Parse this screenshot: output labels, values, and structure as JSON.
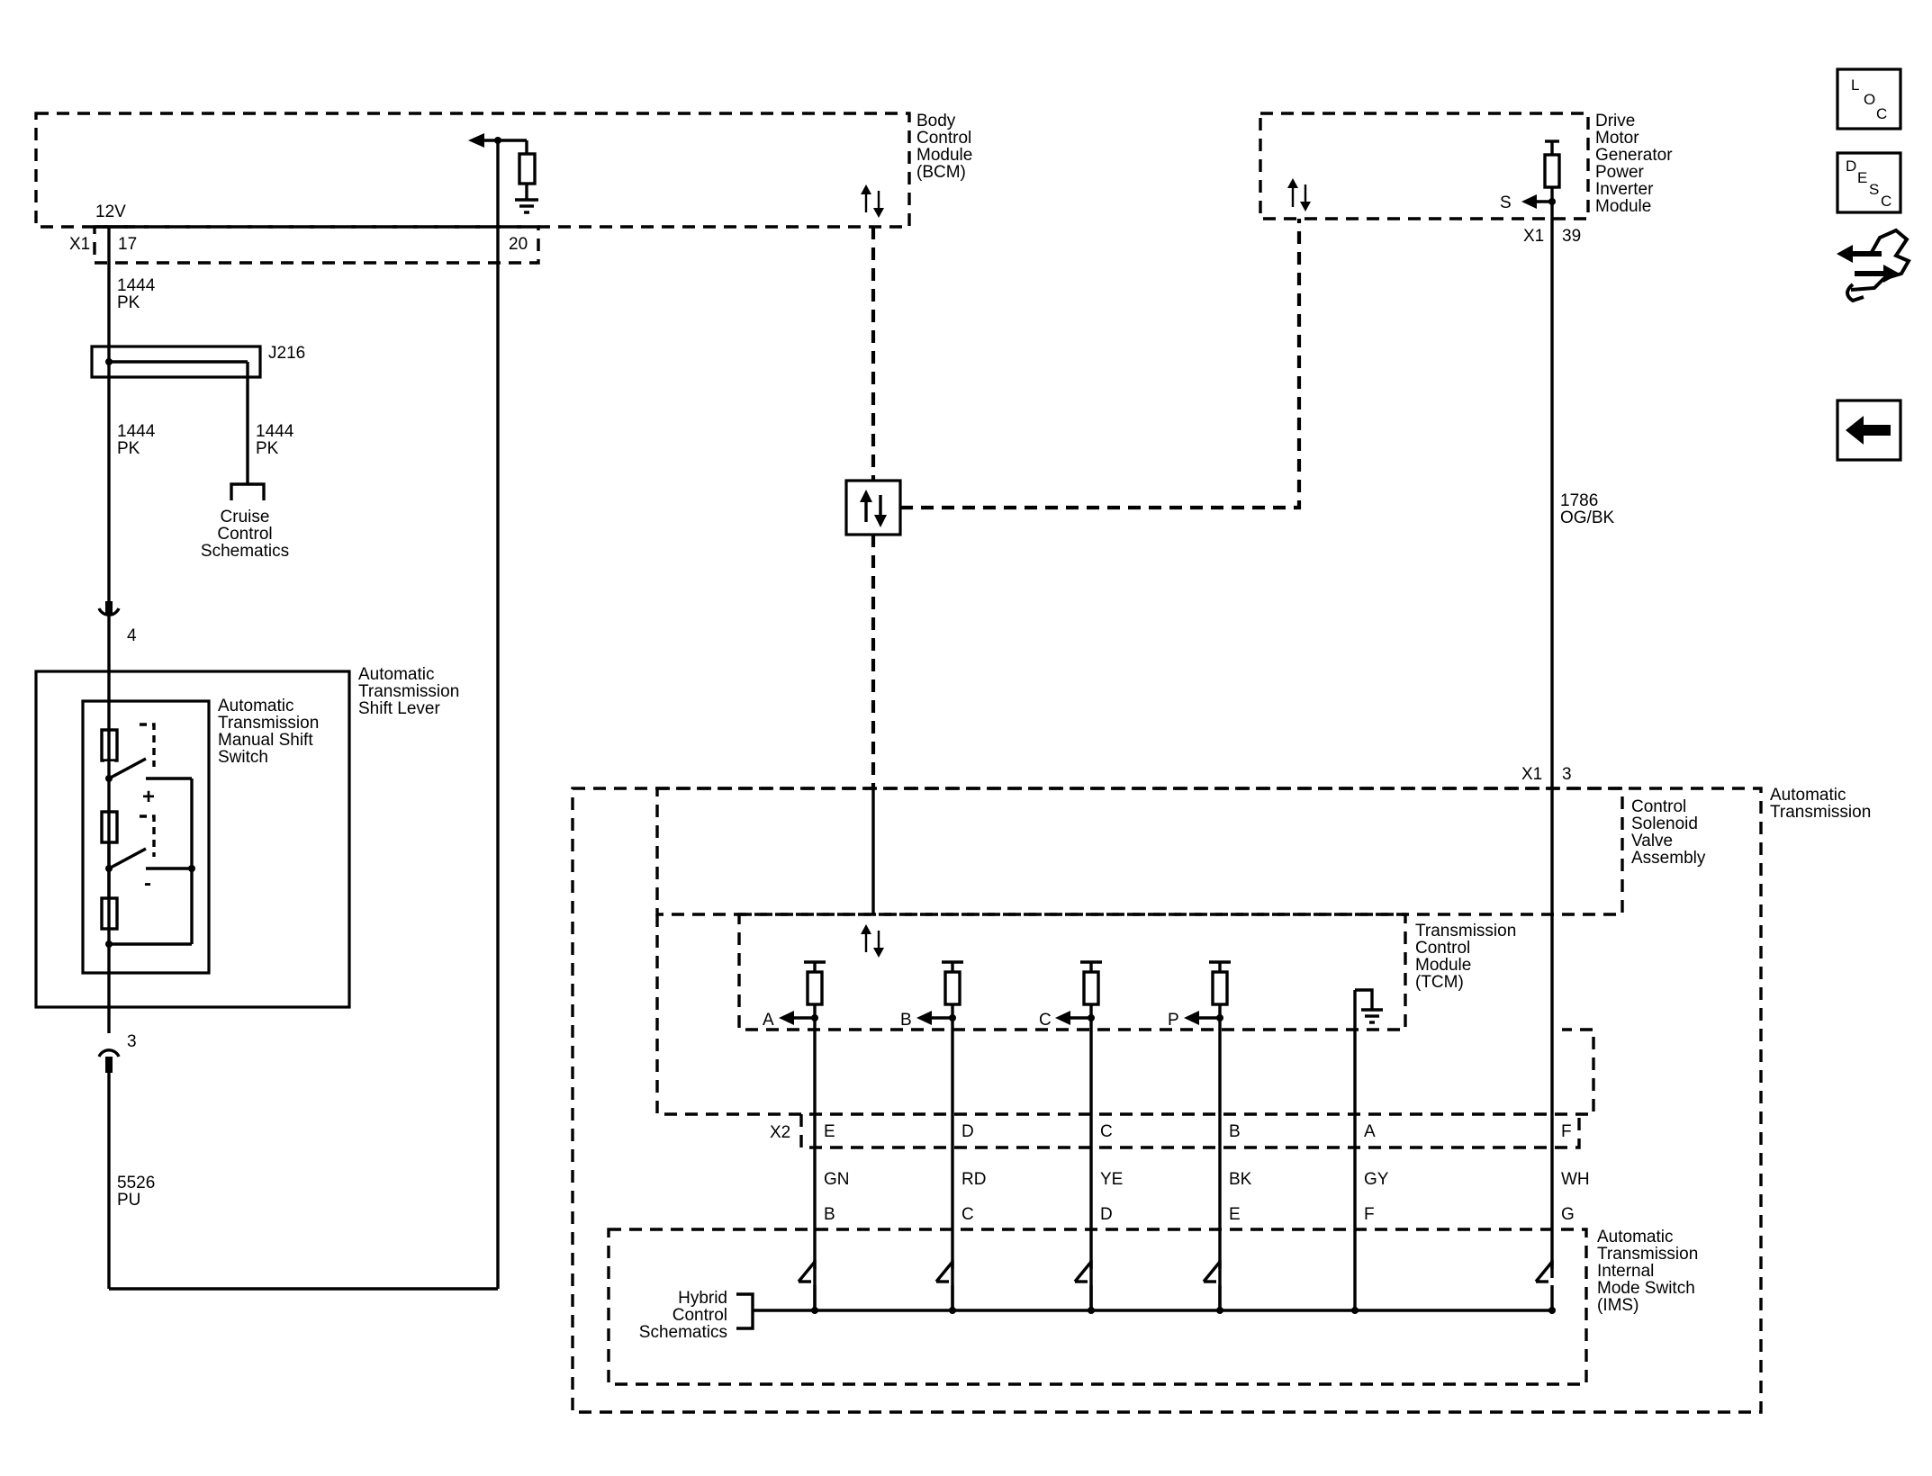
{
  "modules": {
    "bcm": "Body\nControl\nModule\n(BCM)",
    "dmgpim": "Drive\nMotor\nGenerator\nPower\nInverter\nModule",
    "shift_lever": "Automatic\nTransmission\nShift Lever",
    "manual_shift_switch": "Automatic\nTransmission\nManual Shift\nSwitch",
    "csva": "Control\nSolenoid\nValve\nAssembly",
    "auto_trans": "Automatic\nTransmission",
    "tcm": "Transmission\nControl\nModule\n(TCM)",
    "ims": "Automatic\nTransmission\nInternal\nMode Switch\n(IMS)"
  },
  "references": {
    "cruise": "Cruise\nControl\nSchematics",
    "hybrid": "Hybrid\nControl\nSchematics"
  },
  "labels": {
    "bcm_12v": "12V",
    "bcm_conn": "X1",
    "bcm_pin17": "17",
    "bcm_pin20": "20",
    "dm_pin_s": "S",
    "dm_conn": "X1",
    "dm_pin39": "39",
    "splice": "J216",
    "inline_pin4": "4",
    "inline_pin3": "3",
    "plus": "+",
    "minus": "-",
    "at_conn_x1": "X1",
    "at_pin3": "3",
    "x2_conn": "X2"
  },
  "wires": {
    "w1444_a": "1444\nPK",
    "w1444_b": "1444\nPK",
    "w1444_c": "1444\nPK",
    "w5526": "5526\nPU",
    "w1786": "1786\nOG/BK"
  },
  "tcm_inputs": [
    "A",
    "B",
    "C",
    "P"
  ],
  "x2_pins": [
    "E",
    "D",
    "C",
    "B",
    "A",
    "F"
  ],
  "wire_colors": [
    "GN",
    "RD",
    "YE",
    "BK",
    "GY",
    "WH"
  ],
  "ims_pins": [
    "B",
    "C",
    "D",
    "E",
    "F",
    "G"
  ],
  "nav": {
    "loc": [
      "L",
      "O",
      "C"
    ],
    "desc": [
      "D",
      "E",
      "S",
      "C"
    ]
  }
}
